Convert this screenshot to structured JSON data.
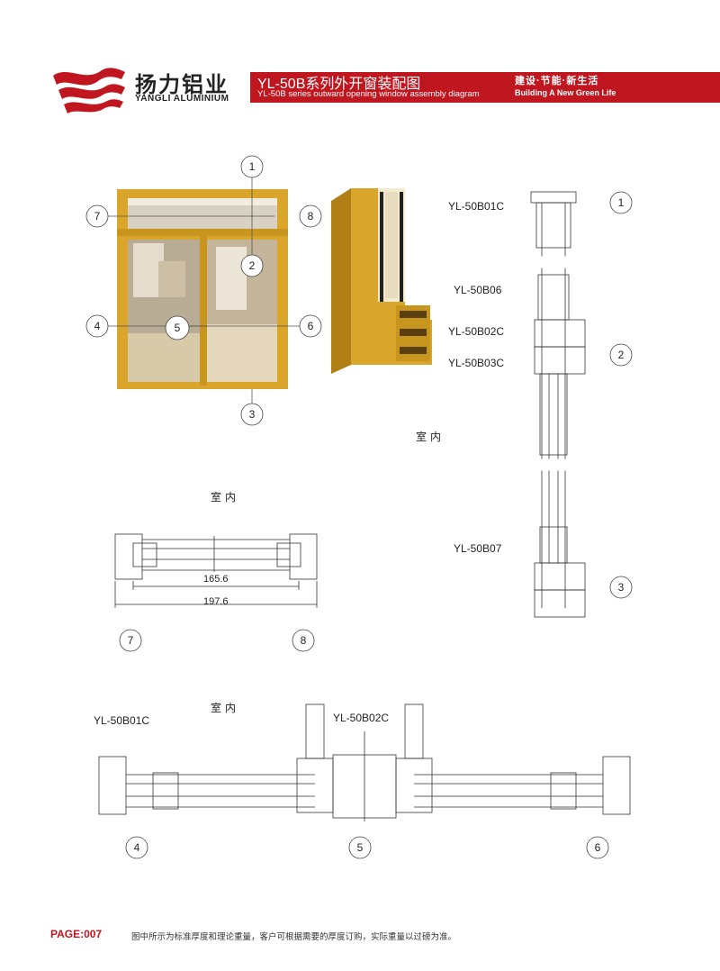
{
  "brand": {
    "name_cn": "扬力铝业",
    "name_en": "YANGLI ALUMINIUM"
  },
  "header": {
    "title_cn": "YL-50B系列外开窗装配图",
    "title_en": "YL-50B series outward opening window assembly diagram",
    "slogan_cn": "建设·节能·新生活",
    "slogan_en": "Building A New Green Life"
  },
  "callouts": [
    "1",
    "2",
    "3",
    "4",
    "5",
    "6",
    "7",
    "8"
  ],
  "indoor_label": "室内",
  "part_labels": {
    "b01c": "YL-50B01C",
    "b06": "YL-50B06",
    "b02c": "YL-50B02C",
    "b03c": "YL-50B03C",
    "b07": "YL-50B07"
  },
  "dimensions": {
    "inner": "165.6",
    "outer": "197.6"
  },
  "colors": {
    "brand_red": "#c0161f",
    "frame_gold": "#d9a52a"
  },
  "footer": {
    "page": "PAGE:007",
    "note": "图中所示为标准厚度和理论重量，客户可根据需要的厚度订购，实际重量以过磅为准。"
  }
}
